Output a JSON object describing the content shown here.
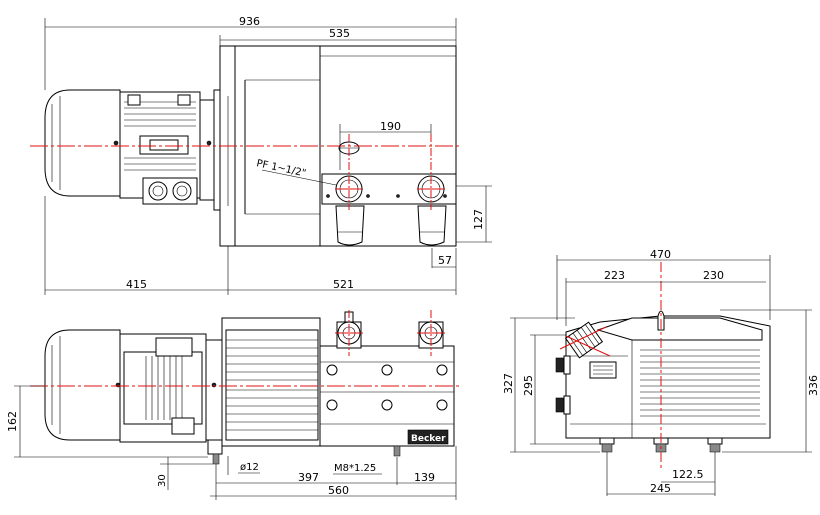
{
  "dimensions": {
    "top_total": "936",
    "top_pump_width": "535",
    "flange_spacing": "190",
    "port_thread": "PF 1~1/2\"",
    "port_height": "127",
    "port_offset": "57",
    "motor_length": "415",
    "pump_length": "521",
    "shaft_height": "162",
    "foot_height": "30",
    "hole_diameter": "ø12",
    "foot_spacing": "397",
    "bolt_thread": "M8*1.25",
    "bolt_offset": "139",
    "front_total": "560",
    "side_total": "470",
    "side_left": "223",
    "side_right": "230",
    "side_height_overall": "327",
    "side_height_body": "295",
    "side_height_right": "336",
    "foot_half_spacing": "122.5",
    "foot_width": "245"
  },
  "logo": {
    "text": "Becker"
  }
}
